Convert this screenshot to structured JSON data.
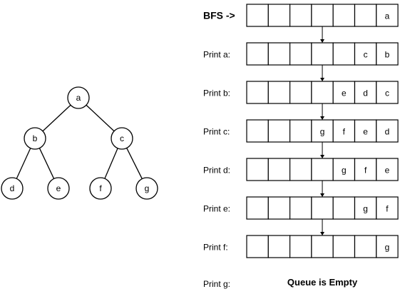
{
  "tree": {
    "nodes": [
      {
        "id": "a",
        "label": "a"
      },
      {
        "id": "b",
        "label": "b"
      },
      {
        "id": "c",
        "label": "c"
      },
      {
        "id": "d",
        "label": "d"
      },
      {
        "id": "e",
        "label": "e"
      },
      {
        "id": "f",
        "label": "f"
      },
      {
        "id": "g",
        "label": "g"
      }
    ],
    "edges": [
      [
        "a",
        "b"
      ],
      [
        "a",
        "c"
      ],
      [
        "b",
        "d"
      ],
      [
        "b",
        "e"
      ],
      [
        "c",
        "f"
      ],
      [
        "c",
        "g"
      ]
    ]
  },
  "queue": {
    "slot_count": 7,
    "rows": [
      {
        "label": "BFS ->",
        "bold": true,
        "items": [
          "a"
        ]
      },
      {
        "label": "Print a:",
        "bold": false,
        "items": [
          "c",
          "b"
        ]
      },
      {
        "label": "Print b:",
        "bold": false,
        "items": [
          "e",
          "d",
          "c"
        ]
      },
      {
        "label": "Print c:",
        "bold": false,
        "items": [
          "g",
          "f",
          "e",
          "d"
        ]
      },
      {
        "label": "Print d:",
        "bold": false,
        "items": [
          "g",
          "f",
          "e"
        ]
      },
      {
        "label": "Print e:",
        "bold": false,
        "items": [
          "g",
          "f"
        ]
      },
      {
        "label": "Print f:",
        "bold": false,
        "items": [
          "g"
        ]
      }
    ],
    "final": {
      "label": "Print g:",
      "message": "Queue is Empty"
    }
  }
}
